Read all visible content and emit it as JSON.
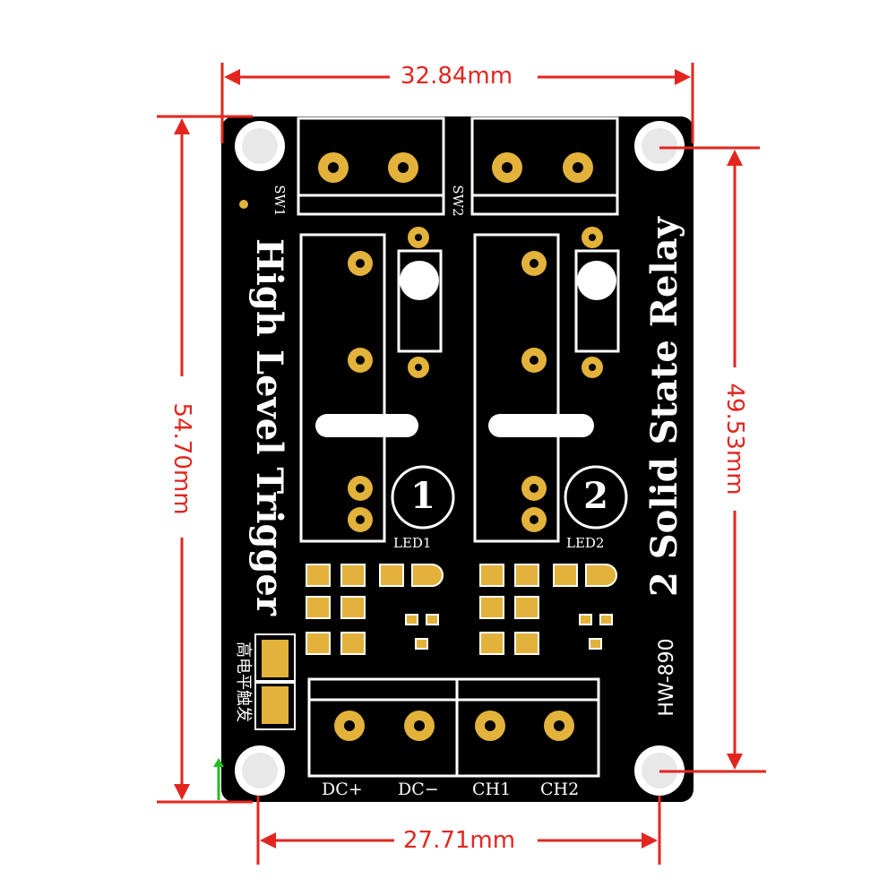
{
  "dimensions": {
    "top_width": "32.84mm",
    "bottom_width": "27.71mm",
    "left_height": "54.70mm",
    "right_height": "49.53mm"
  },
  "board": {
    "title": "2 Solid State Relay",
    "subtitle": "High Level Trigger",
    "model": "HW-890",
    "chinese_label": "高电平触发",
    "switch_labels": [
      "SW1",
      "SW2"
    ],
    "led_labels": [
      "LED1",
      "LED2"
    ],
    "channel_marks": [
      "1",
      "2"
    ],
    "terminal_labels": [
      "DC+",
      "DC−",
      "CH1",
      "CH2"
    ]
  },
  "colors": {
    "dimension": "#e2261f",
    "board": "#000000",
    "silkscreen": "#ffffff",
    "pad_gold": "#e3b23a",
    "mark_green": "#1fbf1f"
  }
}
